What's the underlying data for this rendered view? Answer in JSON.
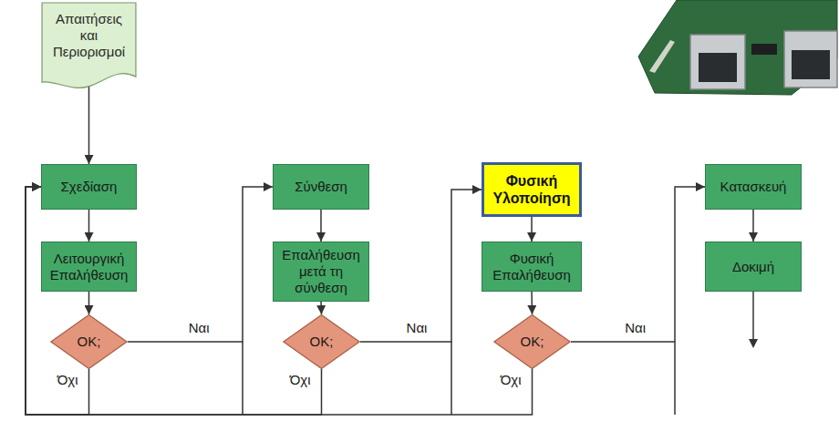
{
  "diagram": {
    "nodes": [
      {
        "text": [
          "Απαιτήσεις και Περιορισμοί"
        ]
      },
      {
        "text": [
          "Σχεδίαση"
        ]
      },
      {
        "text": [
          "Λειτουργική Επαλήθευση"
        ]
      },
      {
        "text": [
          "OK;"
        ]
      },
      {
        "text": [
          "Σύνθεση"
        ]
      },
      {
        "text": [
          "Επαλήθευση μετά τη σύνθεση"
        ]
      },
      {
        "text": [
          "OK;"
        ]
      },
      {
        "text": [
          "Φυσική Υλοποίηση"
        ]
      },
      {
        "text": [
          "Φυσική Επαλήθευση"
        ]
      },
      {
        "text": [
          "OK;"
        ]
      },
      {
        "text": [
          "Κατασκευή"
        ]
      },
      {
        "text": [
          "Δοκιμή"
        ]
      }
    ],
    "edges": [
      {
        "from": 0,
        "to": 1,
        "arrow": "to"
      },
      {
        "from": 1,
        "to": 2,
        "arrow": "to"
      },
      {
        "from": 2,
        "to": 3,
        "arrow": "to"
      },
      {
        "from": 3,
        "to": 4,
        "label": "Ναι",
        "arrow": "to"
      },
      {
        "from": 3,
        "to": 1,
        "label": "Όχι",
        "arrow": "to"
      },
      {
        "from": 4,
        "to": 5,
        "arrow": "to"
      },
      {
        "from": 5,
        "to": 6,
        "arrow": "to"
      },
      {
        "from": 6,
        "to": 7,
        "label": "Ναι",
        "arrow": "to"
      },
      {
        "from": 6,
        "to": 1,
        "label": "Όχι",
        "arrow": "to"
      },
      {
        "from": 7,
        "to": 8,
        "arrow": "to"
      },
      {
        "from": 8,
        "to": 9,
        "arrow": "to"
      },
      {
        "from": 9,
        "to": 10,
        "label": "Ναι",
        "arrow": "to"
      },
      {
        "from": 9,
        "to": 1,
        "label": "Όχι",
        "arrow": "to"
      },
      {
        "from": 10,
        "to": 11,
        "arrow": "to"
      }
    ]
  }
}
